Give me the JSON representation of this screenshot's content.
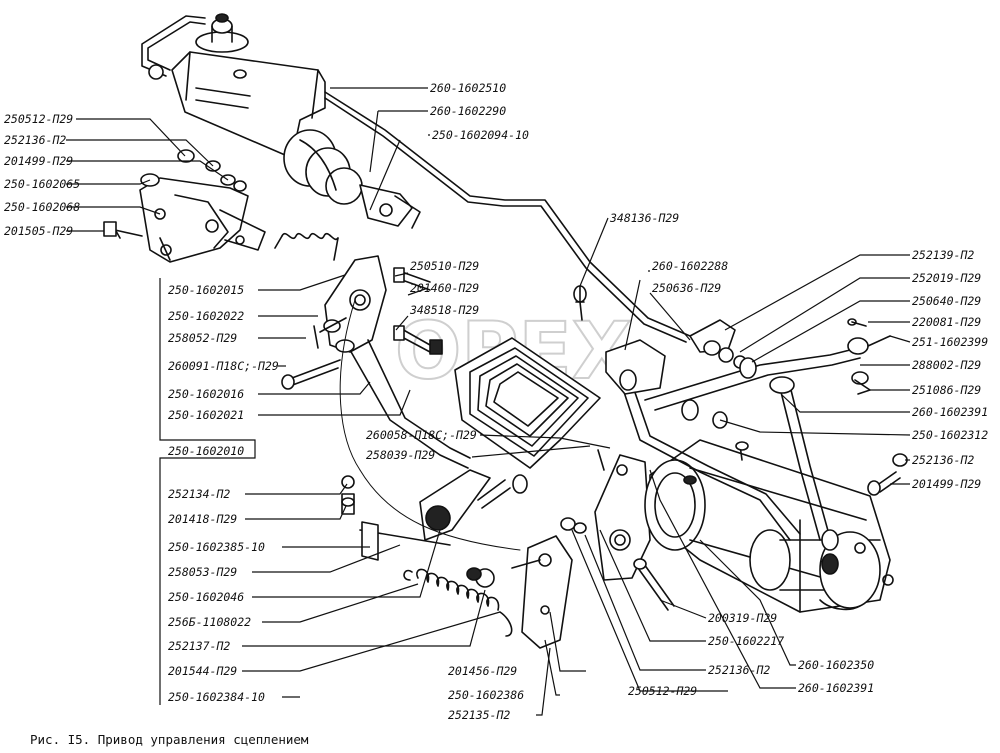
{
  "figure": {
    "caption": "Рис. I5. Привод управления сцеплением",
    "watermark": "OPEX"
  },
  "labels_left": [
    "250512-П29",
    "252136-П2",
    "201499-П29",
    "250-1602065",
    "250-1602068",
    "201505-П29",
    "250-1602015",
    "250-1602022",
    "258052-П29",
    "260091-П18С;-П29",
    "250-1602016",
    "250-1602021",
    "250-1602010",
    "252134-П2",
    "201418-П29",
    "250-1602385-10",
    "258053-П29",
    "250-1602046",
    "256Б-1108022",
    "252137-П2",
    "201544-П29",
    "250-1602384-10"
  ],
  "labels_top": [
    "260-1602510",
    "260-1602290",
    "250-1602094-10"
  ],
  "labels_center": [
    "250510-П29",
    "201460-П29",
    "348518-П29",
    "348136-П29",
    "260-1602288",
    "250636-П29",
    "260058-П18С;-П29",
    "258039-П29"
  ],
  "labels_right": [
    "252139-П2",
    "252019-П29",
    "250640-П29",
    "220081-П29",
    "251-1602399",
    "288002-П29",
    "251086-П29",
    "260-1602391",
    "250-1602312",
    "252136-П2",
    "201499-П29"
  ],
  "labels_bottom": [
    "200319-П29",
    "250-1602217",
    "252136-П2",
    "201456-П29",
    "250-1602386",
    "250512-П29",
    "252135-П2",
    "260-1602350",
    "260-1602391"
  ]
}
